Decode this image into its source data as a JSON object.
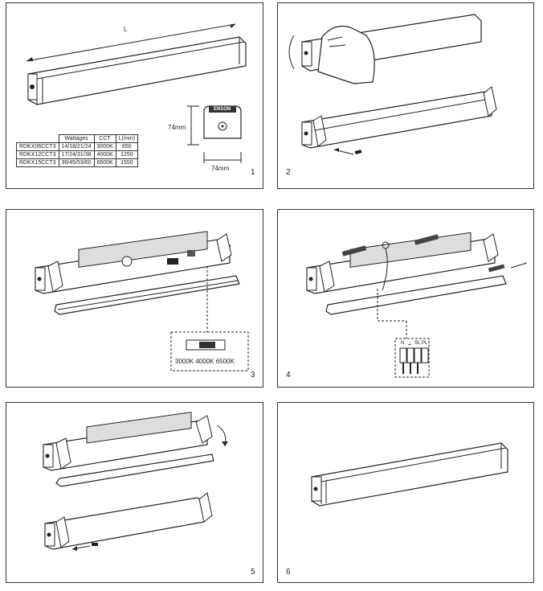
{
  "panel1": {
    "number": "1",
    "dimension_length_label": "L",
    "height_label": "74mm",
    "width_label": "74mm",
    "end_cap_brand": "ENSON",
    "table": {
      "headers": [
        "",
        "Wattages",
        "CCT",
        "L(mm)"
      ],
      "rows": [
        [
          "RDKX06CCT3",
          "14/18/21/24",
          "3000K",
          "650"
        ],
        [
          "RDKX12CCT3",
          "17/24/31/38",
          "4000K",
          "1250"
        ],
        [
          "RDKX15CCT3",
          "36/45/53/60",
          "6500K",
          "1550"
        ]
      ]
    }
  },
  "panel2": {
    "number": "2"
  },
  "panel3": {
    "number": "3",
    "cct_options": "3000K 4000K 6500K"
  },
  "panel4": {
    "number": "4",
    "terminal_labels": [
      "N",
      "⏚",
      "SL",
      "PL"
    ]
  },
  "panel5": {
    "number": "5"
  },
  "panel6": {
    "number": "6"
  }
}
